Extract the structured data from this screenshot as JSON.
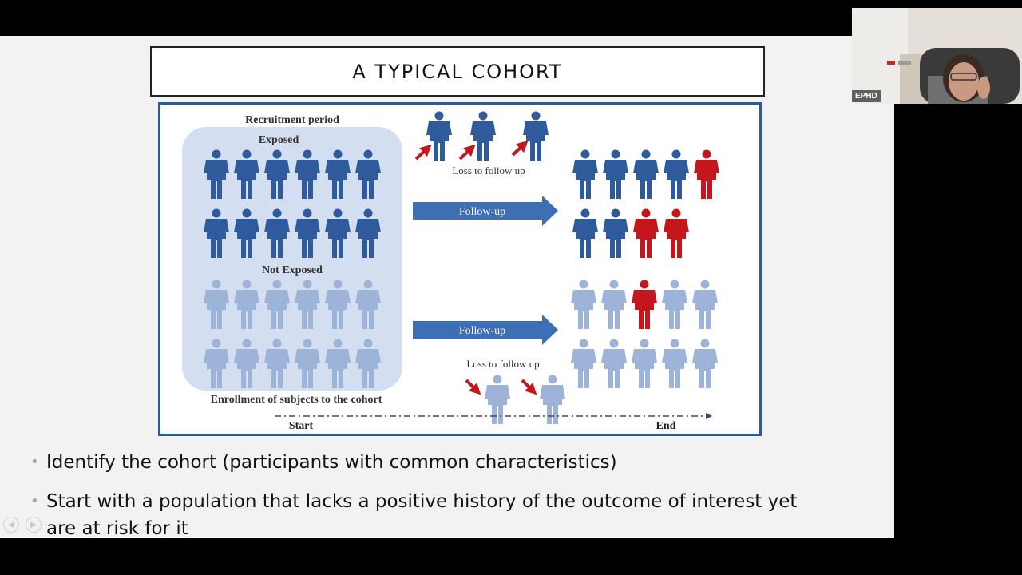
{
  "slide": {
    "title": "A TYPICAL COHORT",
    "bullets": [
      "Identify the cohort (participants with common characteristics)",
      "Start with a population that lacks a positive history of the outcome of interest yet are at risk for it"
    ]
  },
  "diagram": {
    "recruitment_label": "Recruitment period",
    "exposed_label": "Exposed",
    "not_exposed_label": "Not Exposed",
    "enrollment_label": "Enrollment of subjects to the cohort",
    "loss_top_label": "Loss to follow up",
    "loss_bottom_label": "Loss to follow up",
    "follow_up_top": "Follow-up",
    "follow_up_bottom": "Follow-up",
    "start_label": "Start",
    "end_label": "End",
    "colors": {
      "exposed": "#2f5b9c",
      "not_exposed": "#9db4d8",
      "outcome": "#c4161c",
      "arrow": "#3e6fb5",
      "panel": "#d3dff0"
    }
  },
  "video": {
    "participant_name": "EPHD"
  },
  "icons": [
    "prev-slide-icon",
    "next-slide-icon"
  ]
}
